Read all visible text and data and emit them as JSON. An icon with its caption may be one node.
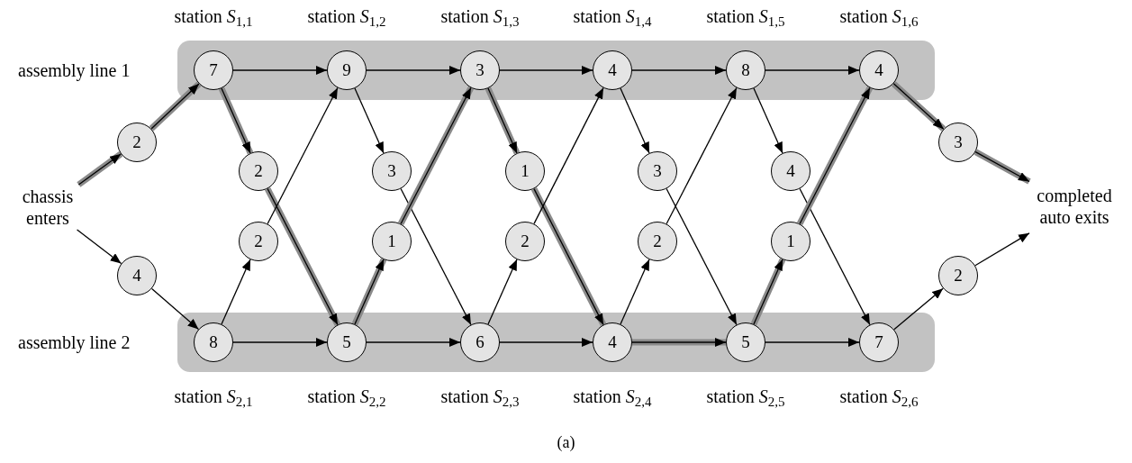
{
  "diagram": {
    "caption": "(a)",
    "nodes": [
      {
        "text": [
          "assembly line 1"
        ]
      },
      {
        "text": [
          "7"
        ],
        "in": 0,
        "beside": [
          "station *S*$_{1,1}$"
        ]
      },
      {
        "text": [
          "9"
        ],
        "in": 0,
        "beside": [
          "station *S*$_{1,2}$"
        ]
      },
      {
        "text": [
          "3"
        ],
        "in": 0,
        "beside": [
          "station *S*$_{1,3}$"
        ]
      },
      {
        "text": [
          "4"
        ],
        "in": 0,
        "beside": [
          "station *S*$_{1,4}$"
        ]
      },
      {
        "text": [
          "8"
        ],
        "in": 0,
        "beside": [
          "station *S*$_{1,5}$"
        ]
      },
      {
        "text": [
          "4"
        ],
        "in": 0,
        "beside": [
          "station *S*$_{1,6}$"
        ]
      },
      {
        "text": [
          "chassis enters"
        ]
      },
      {
        "text": [
          "2"
        ]
      },
      {
        "text": [
          "4"
        ]
      },
      {
        "text": [
          "2"
        ]
      },
      {
        "text": [
          "3"
        ]
      },
      {
        "text": [
          "1"
        ]
      },
      {
        "text": [
          "3"
        ]
      },
      {
        "text": [
          "4"
        ]
      },
      {
        "text": [
          "2"
        ]
      },
      {
        "text": [
          "1"
        ]
      },
      {
        "text": [
          "2"
        ]
      },
      {
        "text": [
          "2"
        ]
      },
      {
        "text": [
          "1"
        ]
      },
      {
        "text": [
          "3"
        ]
      },
      {
        "text": [
          "2"
        ]
      },
      {
        "text": [
          "completed auto exits"
        ]
      },
      {
        "text": [
          "assembly line 2"
        ]
      },
      {
        "text": [
          "8"
        ],
        "in": 23,
        "beside": [
          "station *S*$_{2,1}$"
        ]
      },
      {
        "text": [
          "5"
        ],
        "in": 23,
        "beside": [
          "station *S*$_{2,2}$"
        ]
      },
      {
        "text": [
          "6"
        ],
        "in": 23,
        "beside": [
          "station *S*$_{2,3}$"
        ]
      },
      {
        "text": [
          "4"
        ],
        "in": 23,
        "beside": [
          "station *S*$_{2,4}$"
        ]
      },
      {
        "text": [
          "5"
        ],
        "in": 23,
        "beside": [
          "station *S*$_{2,5}$"
        ]
      },
      {
        "text": [
          "7"
        ],
        "in": 23,
        "beside": [
          "station *S*$_{2,6}$"
        ]
      }
    ],
    "edges": [
      {
        "from": 7,
        "to": 8,
        "arrow": "to",
        "style": "thick",
        "color": "#8a8a8a"
      },
      {
        "from": 8,
        "to": 1,
        "arrow": "to",
        "style": "thick",
        "color": "#8a8a8a"
      },
      {
        "from": 7,
        "to": 9,
        "arrow": "to"
      },
      {
        "from": 9,
        "to": 24,
        "arrow": "to"
      },
      {
        "from": 1,
        "to": 2,
        "arrow": "to"
      },
      {
        "from": 2,
        "to": 3,
        "arrow": "to"
      },
      {
        "from": 3,
        "to": 4,
        "arrow": "to"
      },
      {
        "from": 4,
        "to": 5,
        "arrow": "to"
      },
      {
        "from": 5,
        "to": 6,
        "arrow": "to"
      },
      {
        "from": 24,
        "to": 25,
        "arrow": "to"
      },
      {
        "from": 25,
        "to": 26,
        "arrow": "to"
      },
      {
        "from": 26,
        "to": 27,
        "arrow": "to"
      },
      {
        "from": 27,
        "to": 28,
        "arrow": "to",
        "style": "thick",
        "color": "#8a8a8a"
      },
      {
        "from": 28,
        "to": 29,
        "arrow": "to"
      },
      {
        "from": 1,
        "to": 10,
        "arrow": "to",
        "style": "thick",
        "color": "#8a8a8a"
      },
      {
        "from": 10,
        "to": 25,
        "arrow": "to",
        "style": "thick",
        "color": "#8a8a8a"
      },
      {
        "from": 2,
        "to": 11,
        "arrow": "to"
      },
      {
        "from": 11,
        "to": 26,
        "arrow": "to"
      },
      {
        "from": 3,
        "to": 12,
        "arrow": "to",
        "style": "thick",
        "color": "#8a8a8a"
      },
      {
        "from": 12,
        "to": 27,
        "arrow": "to",
        "style": "thick",
        "color": "#8a8a8a"
      },
      {
        "from": 4,
        "to": 13,
        "arrow": "to"
      },
      {
        "from": 13,
        "to": 28,
        "arrow": "to"
      },
      {
        "from": 5,
        "to": 14,
        "arrow": "to"
      },
      {
        "from": 14,
        "to": 29,
        "arrow": "to"
      },
      {
        "from": 24,
        "to": 15,
        "arrow": "to"
      },
      {
        "from": 15,
        "to": 2,
        "arrow": "to"
      },
      {
        "from": 25,
        "to": 16,
        "arrow": "to",
        "style": "thick",
        "color": "#8a8a8a"
      },
      {
        "from": 16,
        "to": 3,
        "arrow": "to",
        "style": "thick",
        "color": "#8a8a8a"
      },
      {
        "from": 26,
        "to": 17,
        "arrow": "to"
      },
      {
        "from": 17,
        "to": 4,
        "arrow": "to"
      },
      {
        "from": 27,
        "to": 18,
        "arrow": "to"
      },
      {
        "from": 18,
        "to": 5,
        "arrow": "to"
      },
      {
        "from": 28,
        "to": 19,
        "arrow": "to",
        "style": "thick",
        "color": "#8a8a8a"
      },
      {
        "from": 19,
        "to": 6,
        "arrow": "to",
        "style": "thick",
        "color": "#8a8a8a"
      },
      {
        "from": 6,
        "to": 20,
        "arrow": "to",
        "style": "thick",
        "color": "#8a8a8a"
      },
      {
        "from": 20,
        "to": 22,
        "arrow": "to",
        "style": "thick",
        "color": "#8a8a8a"
      },
      {
        "from": 29,
        "to": 21,
        "arrow": "to"
      },
      {
        "from": 21,
        "to": 22,
        "arrow": "to"
      }
    ]
  }
}
